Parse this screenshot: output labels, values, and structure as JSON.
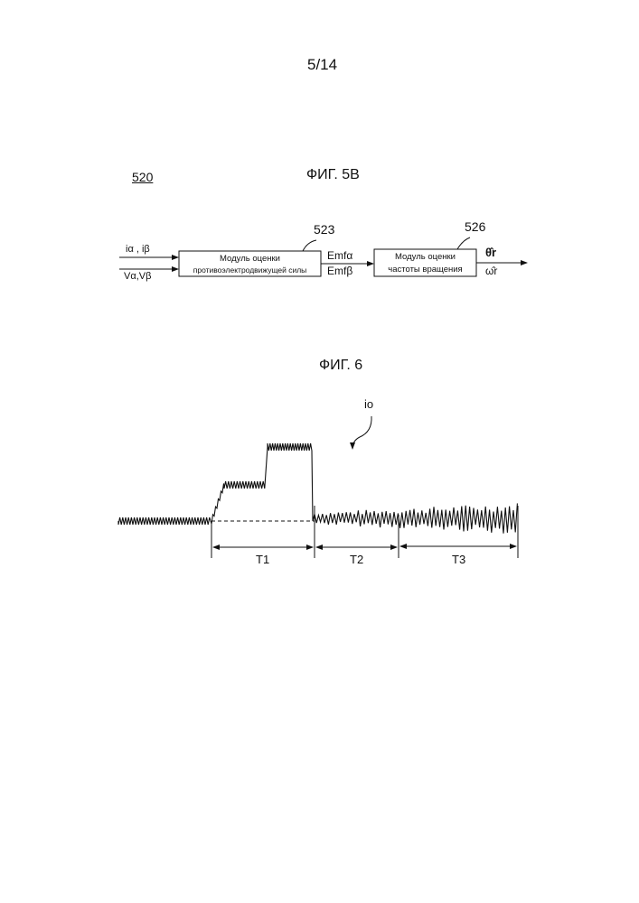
{
  "page_number": "5/14",
  "fig5b": {
    "ref": "520",
    "title": "ФИГ. 5B",
    "input1": "iα , iβ",
    "input2": "Vα,Vβ",
    "block1": {
      "ref": "523",
      "line1": "Модуль оценки",
      "line2": "противоэлектродвижущей силы"
    },
    "mid1": "Emfα",
    "mid2": "Emfβ",
    "block2": {
      "ref": "526",
      "line1": "Модуль оценки",
      "line2": "частоты вращения"
    },
    "out1": "θ̂r",
    "out2": "ω̂r"
  },
  "fig6": {
    "title": "ФИГ. 6",
    "signal_label": "io",
    "intervals": [
      "T1",
      "T2",
      "T3"
    ]
  }
}
